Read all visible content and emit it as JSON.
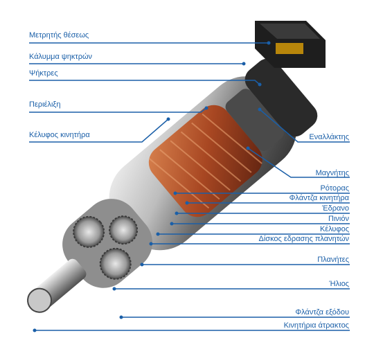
{
  "diagram": {
    "left_labels": [
      {
        "id": "position-sensor",
        "text": "Μετρητής θέσεως"
      },
      {
        "id": "brush-cover",
        "text": "Κάλυμμα ψηκτρών"
      },
      {
        "id": "brushes",
        "text": "Ψήκτρες"
      },
      {
        "id": "winding",
        "text": "Περιέλιξη"
      },
      {
        "id": "motor-housing",
        "text": "Κέλυφος κινητήρα"
      }
    ],
    "right_labels": [
      {
        "id": "commutator",
        "text": "Εναλλάκτης"
      },
      {
        "id": "magnet",
        "text": "Μαγνήτης"
      },
      {
        "id": "rotor",
        "text": "Ρότορας"
      },
      {
        "id": "motor-flange",
        "text": "Φλάντζα κινητήρα"
      },
      {
        "id": "bearing",
        "text": "Έδρανο"
      },
      {
        "id": "pinion",
        "text": "Πινιόν"
      },
      {
        "id": "housing",
        "text": "Κέλυφος"
      },
      {
        "id": "planet-carrier",
        "text": "Δίσκος εδρασης πλανητών"
      },
      {
        "id": "planets",
        "text": "Πλανήτες"
      },
      {
        "id": "sun",
        "text": "Ήλιος"
      },
      {
        "id": "output-flange",
        "text": "Φλάντζα εξόδου"
      },
      {
        "id": "output-shaft",
        "text": "Κινητήρια άτρακτος"
      }
    ],
    "colors": {
      "label": "#1a5fa8",
      "leader": "#1a5fa8",
      "metal_dark": "#3a3a3a",
      "metal_light": "#d8d8d8",
      "copper": "#b5522b",
      "cap": "#2a2a2a"
    }
  }
}
